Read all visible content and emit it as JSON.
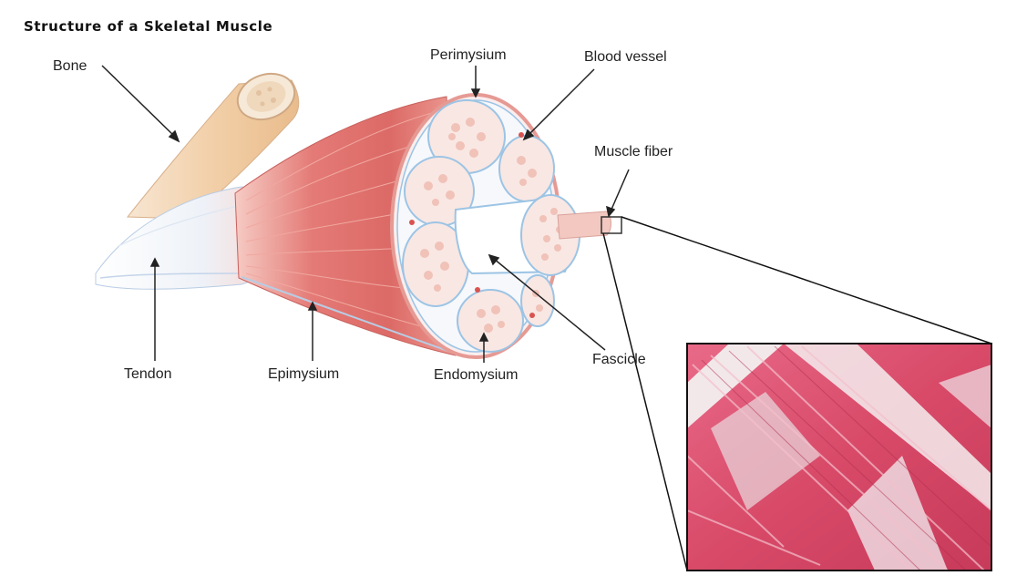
{
  "title": "Structure of a Skeletal Muscle",
  "labels": {
    "bone": "Bone",
    "perimysium": "Perimysium",
    "blood_vessel": "Blood vessel",
    "muscle_fiber": "Muscle fiber",
    "tendon": "Tendon",
    "epimysium": "Epimysium",
    "endomysium": "Endomysium",
    "fascicle": "Fascicle"
  },
  "colors": {
    "muscle": "#e47a76",
    "muscle_light": "#f4bcb4",
    "bone": "#f3d3b0",
    "tendon": "#f4f5f8",
    "connective": "#9cc4e4",
    "fiber": "#f2c8c0",
    "micrograph": "#d84e6e"
  }
}
